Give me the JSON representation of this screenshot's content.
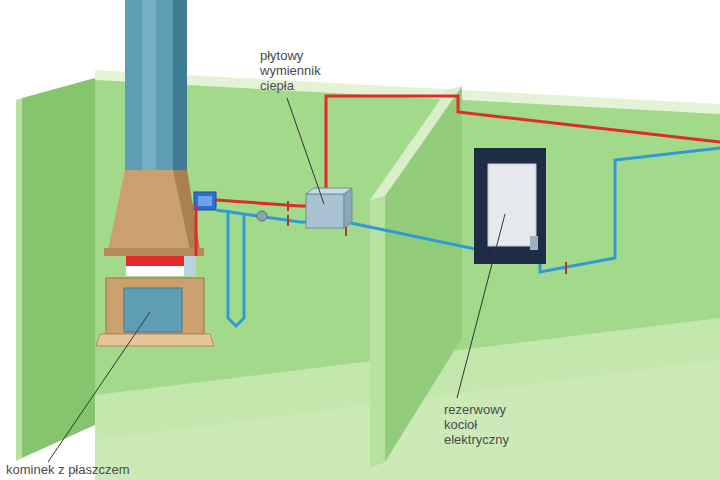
{
  "diagram": {
    "labels": [
      "płytowy wymiennik ciepła",
      "rezerwowy kocioł elektryczny",
      "kominek z płaszczem"
    ]
  }
}
